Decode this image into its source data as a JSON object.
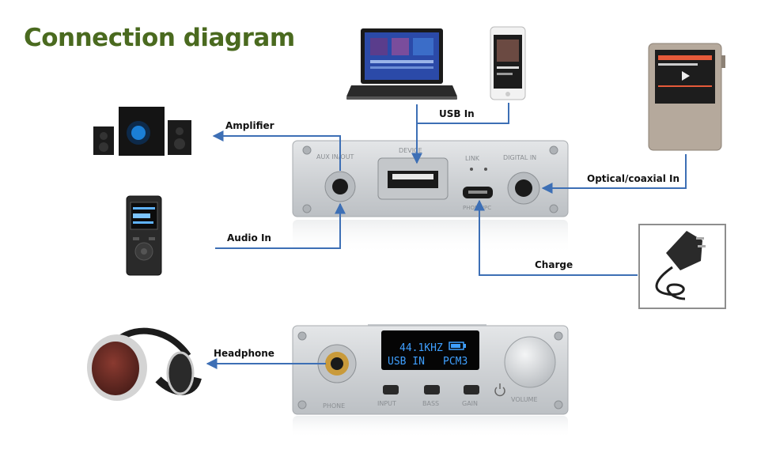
{
  "title": "Connection diagram",
  "colors": {
    "title": "#4a6a1f",
    "line": "#3d6fb5",
    "panel": "#d3d6d9",
    "oled_text": "#3fa0ff"
  },
  "labels": {
    "usb_in": "USB In",
    "amplifier": "Amplifier",
    "optical_coaxial_in": "Optical/coaxial In",
    "audio_in": "Audio In",
    "charge": "Charge",
    "headphone": "Headphone"
  },
  "back_panel": {
    "aux": "AUX IN/OUT",
    "device": "DEVICE",
    "link": "LINK",
    "digital_in": "DIGITAL IN",
    "micro_usb": "PHONE/PC"
  },
  "front_panel": {
    "display": {
      "line1": "44.1KHZ",
      "line2_left": "USB IN",
      "line2_right": "PCM3"
    },
    "phone": "PHONE",
    "input": "INPUT",
    "bass": "BASS",
    "gain": "GAIN",
    "volume": "VOLUME"
  },
  "icons": [
    "laptop-icon",
    "smartphone-icon",
    "portable-player-icon",
    "speaker-system-icon",
    "mp3-player-icon",
    "power-adapter-icon",
    "headphones-icon",
    "power-icon"
  ]
}
